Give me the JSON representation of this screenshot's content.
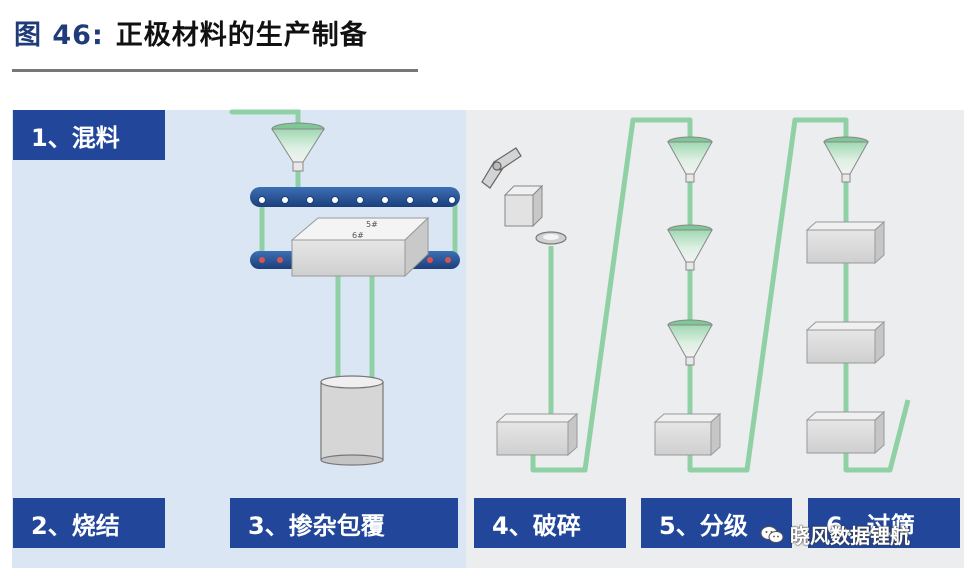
{
  "figure": {
    "number": "图 46:",
    "title": "正极材料的生产制备"
  },
  "steps": [
    {
      "label": "1、混料"
    },
    {
      "label": "2、烧结"
    },
    {
      "label": "3、掺杂包覆"
    },
    {
      "label": "4、破碎"
    },
    {
      "label": "5、分级"
    },
    {
      "label": "6、过筛"
    }
  ],
  "furnace": {
    "label_top": "5#",
    "label_bottom": "6#"
  },
  "watermark": {
    "text": "晓风数据锂航",
    "icon": "wechat-icon"
  },
  "colors": {
    "title_blue": "#1f3b7a",
    "label_bg": "#22479a",
    "pipe_green": "#8fd1a5",
    "panel_left": "#dbe6f4",
    "panel_right": "#ecedef"
  }
}
